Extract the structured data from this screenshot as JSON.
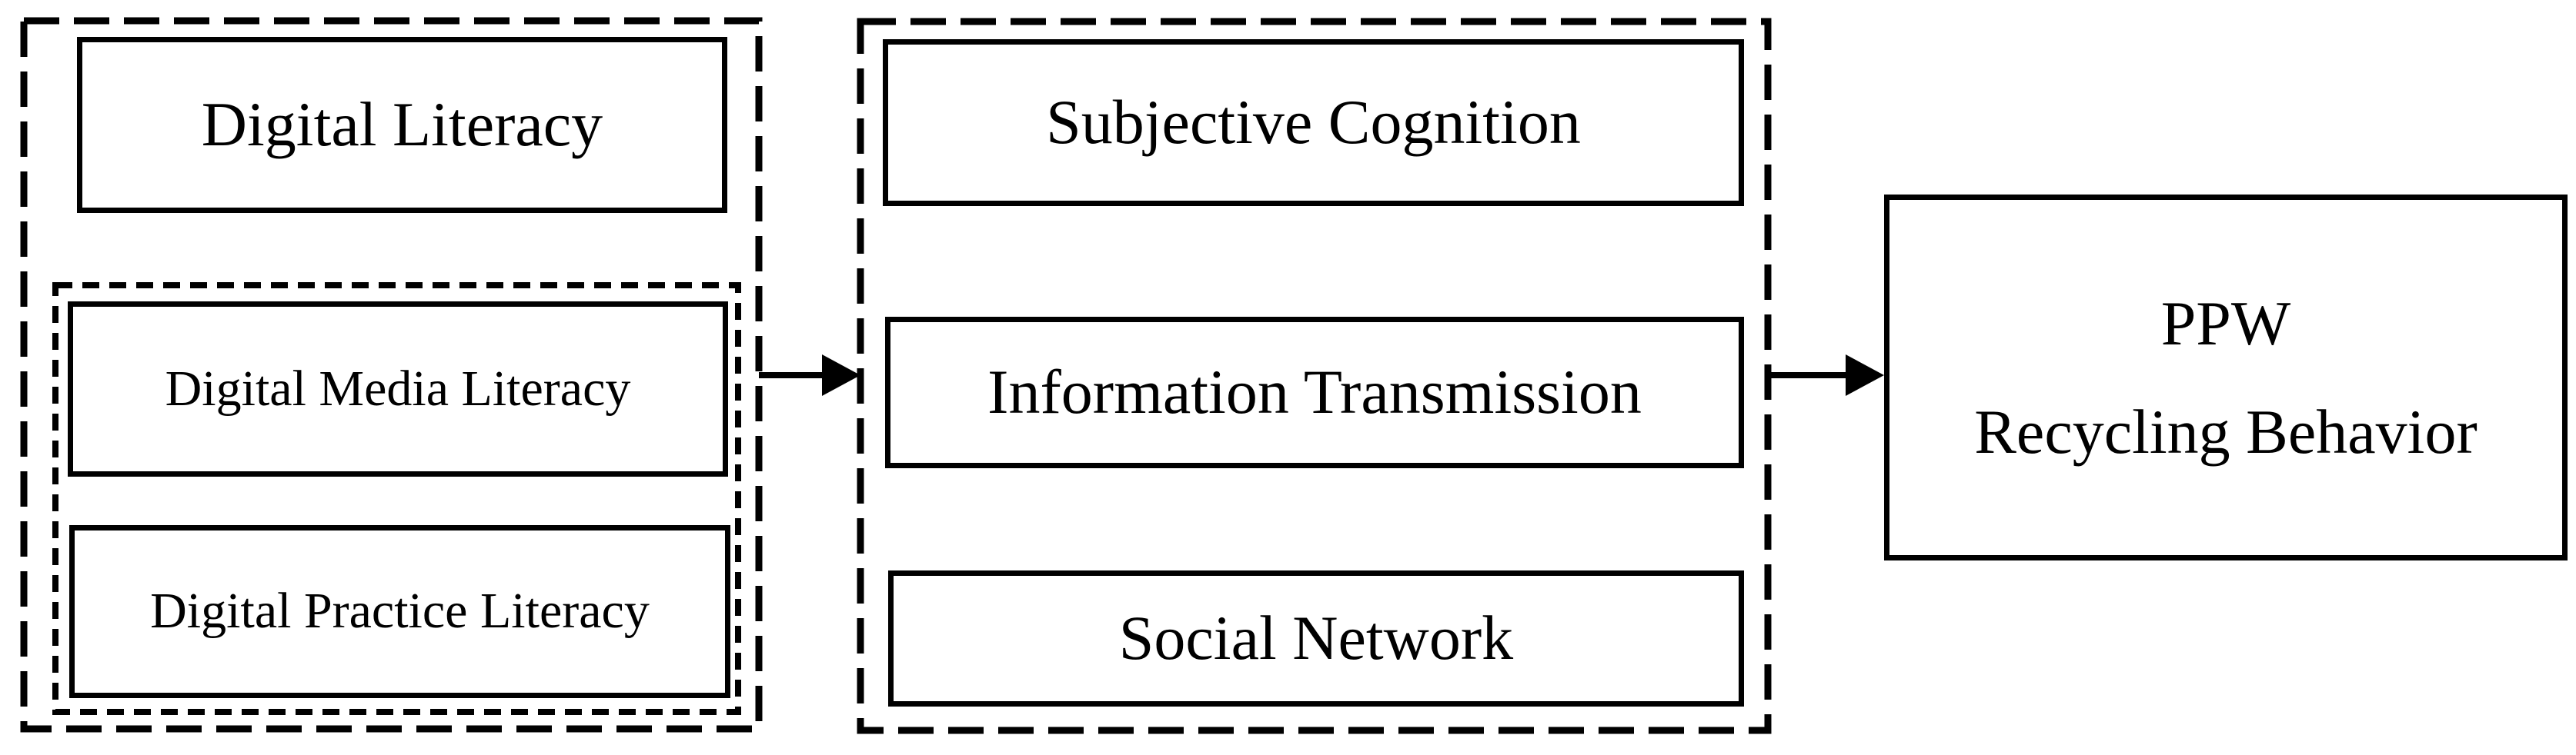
{
  "diagram": {
    "colors": {
      "line": "#000000",
      "background": "#ffffff"
    },
    "left_group": {
      "title_box": {
        "label": "Digital Literacy"
      },
      "sub_group": {
        "boxes": [
          {
            "label": "Digital Media Literacy"
          },
          {
            "label": "Digital Practice Literacy"
          }
        ]
      }
    },
    "middle_group": {
      "boxes": [
        {
          "label": "Subjective Cognition"
        },
        {
          "label": "Information Transmission"
        },
        {
          "label": "Social Network"
        }
      ]
    },
    "outcome_box": {
      "line1": "PPW",
      "line2": "Recycling Behavior"
    },
    "arrows": [
      {
        "name": "digital-literacy-to-mediators"
      },
      {
        "name": "mediators-to-recycling-behavior"
      }
    ]
  }
}
